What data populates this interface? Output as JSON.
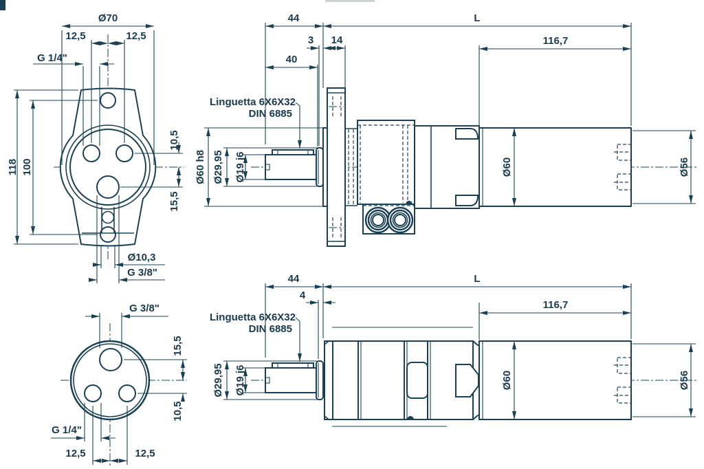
{
  "colors": {
    "ink": "#1b4053",
    "background": "#ffffff",
    "top_bar": "#ccd1d4"
  },
  "views": {
    "flange_front": {
      "dia_flange": "Ø70",
      "offset_left": "12,5",
      "offset_right": "12,5",
      "port_upper": "G 1/4\"",
      "height_overall": "118",
      "bolt_spacing": "100",
      "offset_upper": "10,5",
      "offset_lower": "15,5",
      "bolt_hole": "Ø10,3",
      "port_bottom": "G 3/8\""
    },
    "side_flanged": {
      "shaft_length": "44",
      "length_ref": "L",
      "spigot_depth": "3",
      "flange_thickness": "14",
      "key_length": "40",
      "rear_length": "116,7",
      "key_note_line1": "Linguetta 6X6X32",
      "key_note_line2": "DIN 6885",
      "spigot_dia": "Ø60 h8",
      "collar_dia": "Ø29,95",
      "shaft_dia": "Ø19 j6",
      "body_dia": "Ø60",
      "rear_dia": "Ø56"
    },
    "port_face": {
      "port_top": "G 3/8\"",
      "offset_upper": "15,5",
      "offset_lower": "10,5",
      "port_side": "G 1/4\"",
      "offset_left": "12,5",
      "offset_right": "12,5"
    },
    "side_plain": {
      "shaft_length": "44",
      "length_ref": "L",
      "collar_width": "4",
      "rear_length": "116,7",
      "key_note_line1": "Linguetta 6X6X32",
      "key_note_line2": "DIN 6885",
      "collar_dia": "Ø29,95",
      "shaft_dia": "Ø19 j6",
      "body_dia": "Ø60",
      "rear_dia": "Ø56"
    }
  }
}
